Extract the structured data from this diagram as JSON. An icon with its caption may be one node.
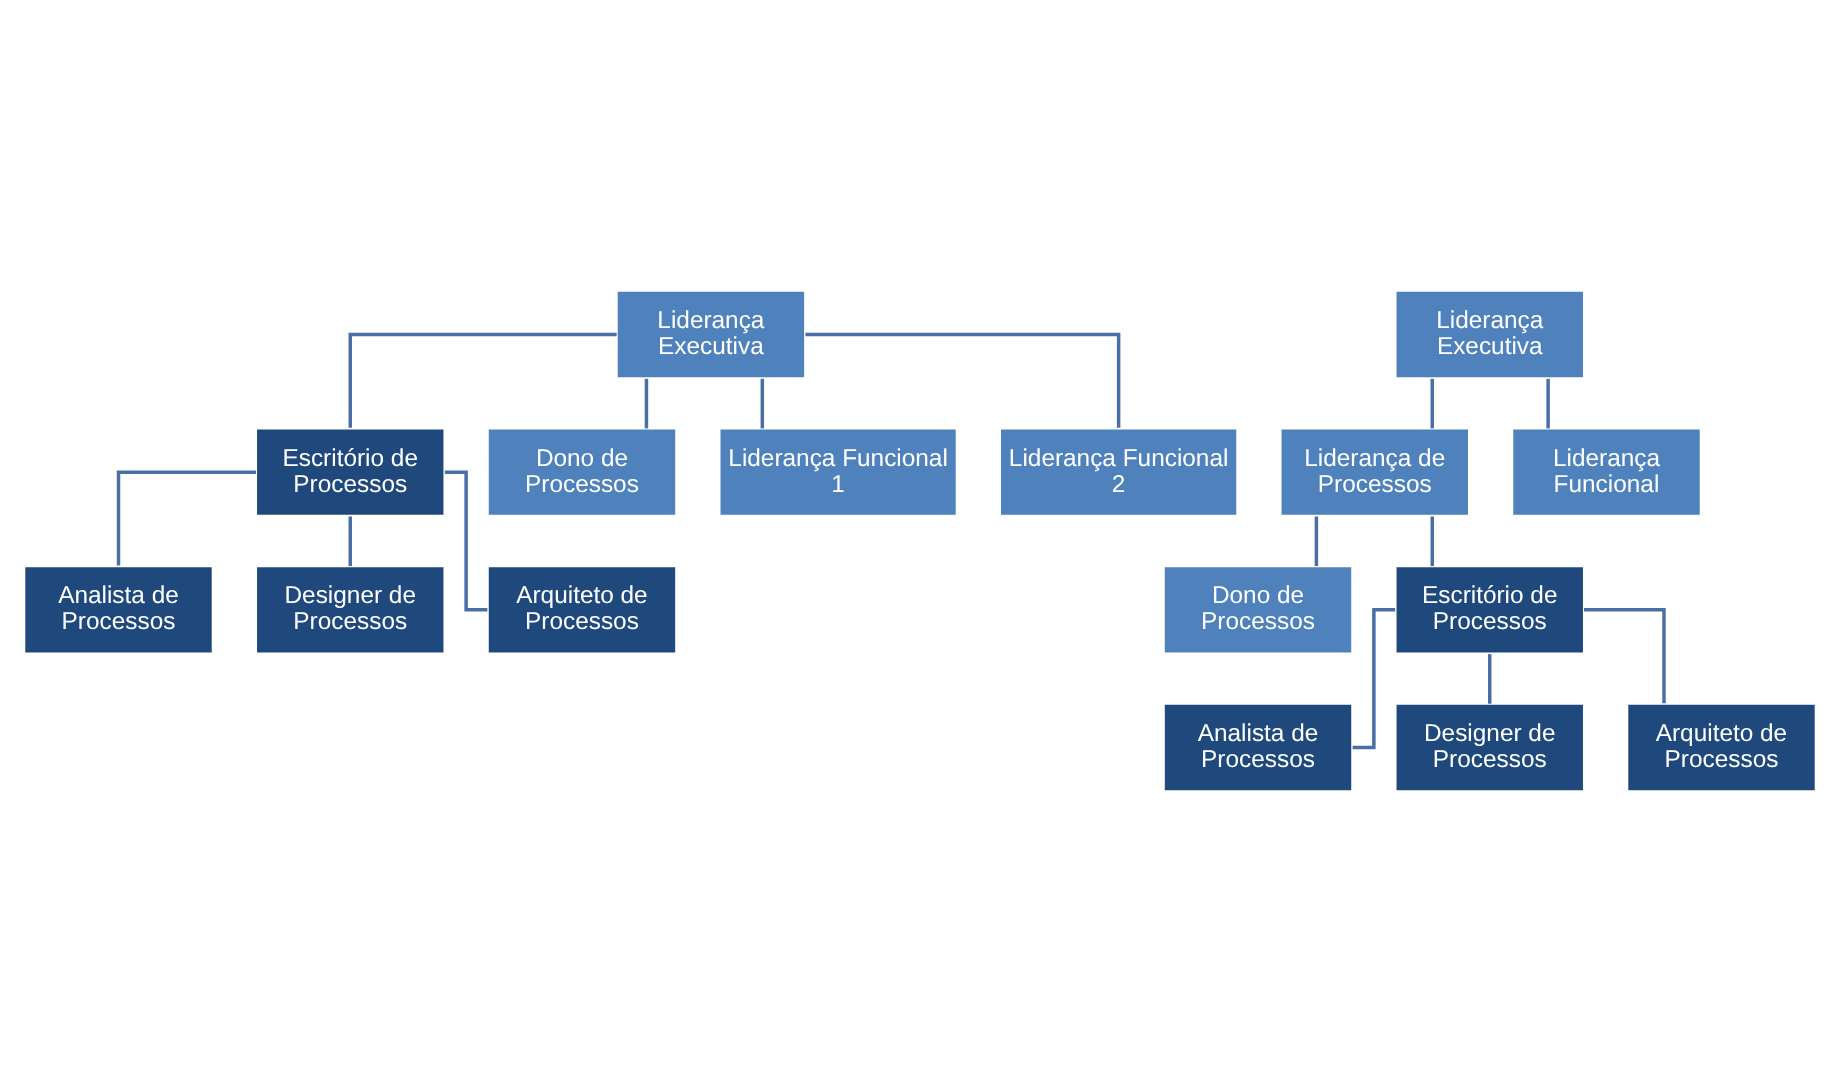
{
  "diagram": {
    "nodes": [
      {
        "text": [
          "Liderança Executiva"
        ]
      },
      {
        "text": [
          "Escritório de Processos"
        ]
      },
      {
        "text": [
          "Analista de Processos"
        ]
      },
      {
        "text": [
          "Designer de Processos"
        ]
      },
      {
        "text": [
          "Arquiteto de Processos"
        ]
      },
      {
        "text": [
          "Dono de Processos"
        ]
      },
      {
        "text": [
          "Liderança Funcional 1"
        ]
      },
      {
        "text": [
          "Liderança Funcional 2"
        ]
      },
      {
        "text": [
          "Liderança Executiva"
        ]
      },
      {
        "text": [
          "Liderança de Processos"
        ]
      },
      {
        "text": [
          "Liderança Funcional"
        ]
      },
      {
        "text": [
          "Dono de Processos"
        ]
      },
      {
        "text": [
          "Escritório de Processos"
        ]
      },
      {
        "text": [
          "Analista de Processos"
        ]
      },
      {
        "text": [
          "Designer de Processos"
        ]
      },
      {
        "text": [
          "Arquiteto de Processos"
        ]
      }
    ],
    "edges": [
      {
        "from": 0,
        "to": 1,
        "arrow": "none"
      },
      {
        "from": 0,
        "to": 5,
        "arrow": "none"
      },
      {
        "from": 0,
        "to": 6,
        "arrow": "none"
      },
      {
        "from": 0,
        "to": 7,
        "arrow": "none"
      },
      {
        "from": 1,
        "to": 2,
        "arrow": "none"
      },
      {
        "from": 1,
        "to": 3,
        "arrow": "none"
      },
      {
        "from": 1,
        "to": 4,
        "arrow": "none"
      },
      {
        "from": 8,
        "to": 9,
        "arrow": "none"
      },
      {
        "from": 8,
        "to": 10,
        "arrow": "none"
      },
      {
        "from": 9,
        "to": 11,
        "arrow": "none"
      },
      {
        "from": 9,
        "to": 12,
        "arrow": "none"
      },
      {
        "from": 12,
        "to": 13,
        "arrow": "none"
      },
      {
        "from": 12,
        "to": 14,
        "arrow": "none"
      },
      {
        "from": 12,
        "to": 15,
        "arrow": "none"
      }
    ]
  }
}
